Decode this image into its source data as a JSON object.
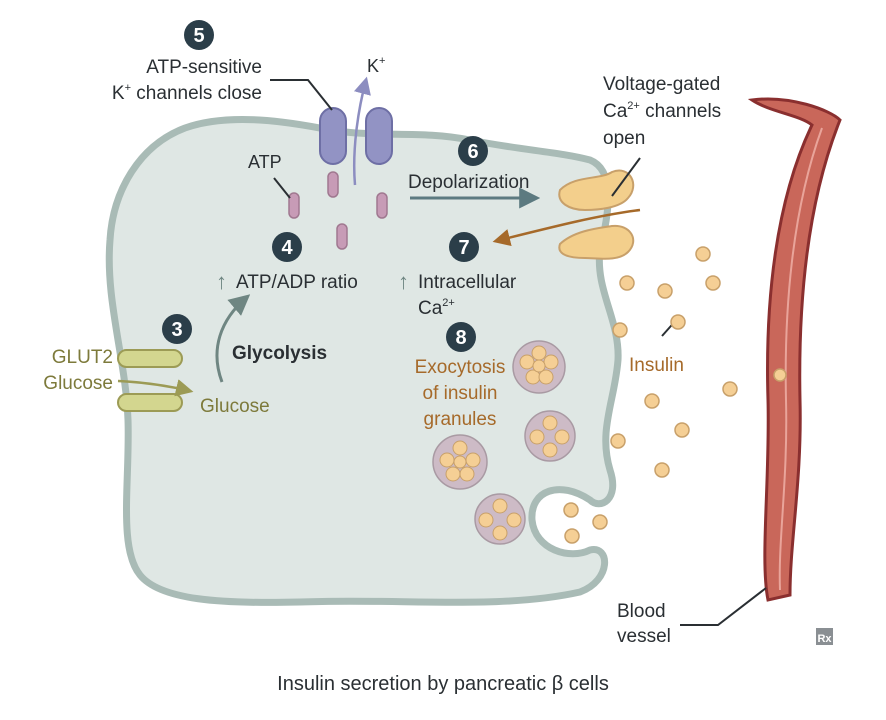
{
  "steps": {
    "s3": {
      "number": "3",
      "glut2": "GLUT2",
      "glucose_out": "Glucose",
      "glucose_in": "Glucose",
      "glycolysis": "Glycolysis"
    },
    "s4": {
      "number": "4",
      "arrow": "↑",
      "text": "ATP/ADP ratio",
      "atp": "ATP"
    },
    "s5": {
      "number": "5",
      "line1": "ATP-sensitive",
      "line2_prefix": "K",
      "line2_sup": "+",
      "line2_rest": " channels close",
      "ion": "K",
      "ion_sup": "+"
    },
    "s6": {
      "number": "6",
      "text": "Depolarization",
      "vg_line1": "Voltage-gated",
      "vg_line2_prefix": "Ca",
      "vg_line2_sup": "2+",
      "vg_line2_rest": " channels",
      "vg_line3": "open"
    },
    "s7": {
      "number": "7",
      "arrow": "↑",
      "line1": "Intracellular",
      "line2": "Ca",
      "line2_sup": "2+"
    },
    "s8": {
      "number": "8",
      "line1": "Exocytosis",
      "line2": "of insulin",
      "line3": "granules"
    }
  },
  "insulin_label": "Insulin",
  "blood_vessel": {
    "line1": "Blood",
    "line2": "vessel"
  },
  "rx_logo": "Rx",
  "caption": "Insulin secretion by pancreatic β cells",
  "colors": {
    "cell_fill": "#dfe7e4",
    "cell_border": "#a9bbb6",
    "badge": "#2b3e49",
    "k_channel": "#9293c4",
    "atp_dot": "#c79bb6",
    "ca_channel": "#f3cf8c",
    "granule": "#cdbbc6",
    "insulin": "#f5cf95",
    "glut2": "#d3d68f",
    "vessel": "#c9675a",
    "vessel_edge": "#8a2f2f"
  }
}
